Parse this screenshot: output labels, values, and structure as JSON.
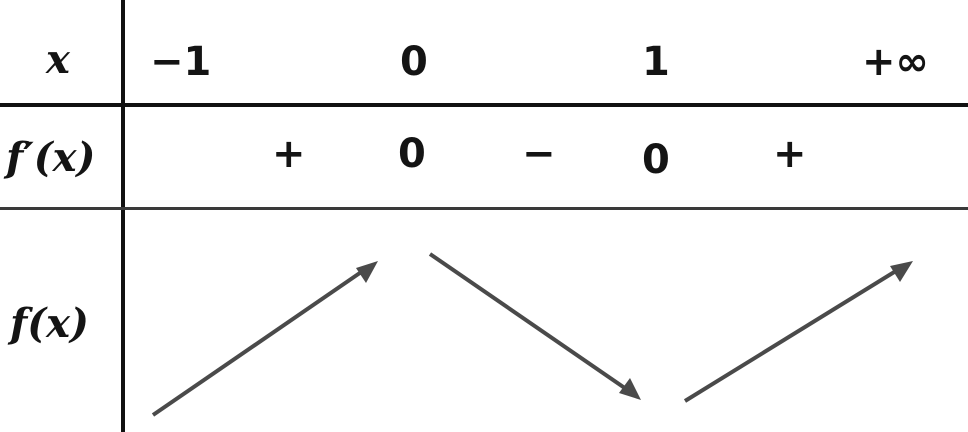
{
  "variation_table": {
    "row_labels": {
      "x": "x",
      "derivative": "f′(x)",
      "function": "f(x)"
    },
    "x_values": [
      "−1",
      "0",
      "1",
      "+∞"
    ],
    "derivative_signs": [
      "+",
      "0",
      "−",
      "0",
      "+"
    ],
    "function_variation": [
      "increasing",
      "decreasing",
      "increasing"
    ]
  },
  "colors": {
    "lines": "#111111",
    "arrows": "#4a4a4a",
    "text": "#141414"
  }
}
